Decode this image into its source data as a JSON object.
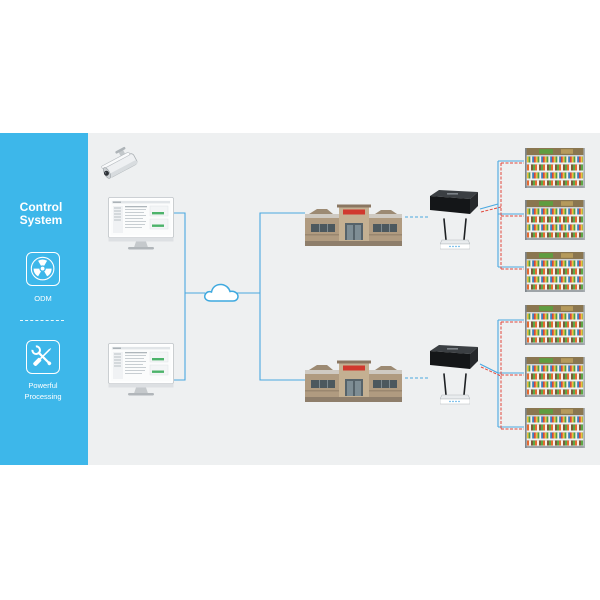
{
  "control_panel": {
    "title_lines": [
      "Control",
      "System"
    ],
    "features": [
      {
        "icon": "radiation-icon",
        "label_lines": [
          "ODM"
        ]
      },
      {
        "icon": "tools-icon",
        "label_lines": [
          "Powerful",
          "Processing"
        ]
      }
    ]
  },
  "diagram": {
    "camera": "security-camera-icon",
    "workstations": [
      "monitor-icon",
      "monitor-icon"
    ],
    "network": "cloud-icon",
    "sites": [
      {
        "store": "supermarket-icon",
        "switch": "network-switch-icon",
        "router": "wifi-router-icon",
        "shelves": [
          "shelf-icon",
          "shelf-icon",
          "shelf-icon"
        ]
      },
      {
        "store": "supermarket-icon",
        "switch": "network-switch-icon",
        "router": "wifi-router-icon",
        "shelves": [
          "shelf-icon",
          "shelf-icon",
          "shelf-icon"
        ]
      }
    ]
  },
  "colors": {
    "panel": "#3db7ea",
    "panel_text": "#ffffff",
    "stage": "#eef0f1",
    "link_blue": "#4aa8e0",
    "link_red": "#e2483d",
    "store_sign": "#d0392e",
    "monitor_button": "#4cb36a"
  }
}
